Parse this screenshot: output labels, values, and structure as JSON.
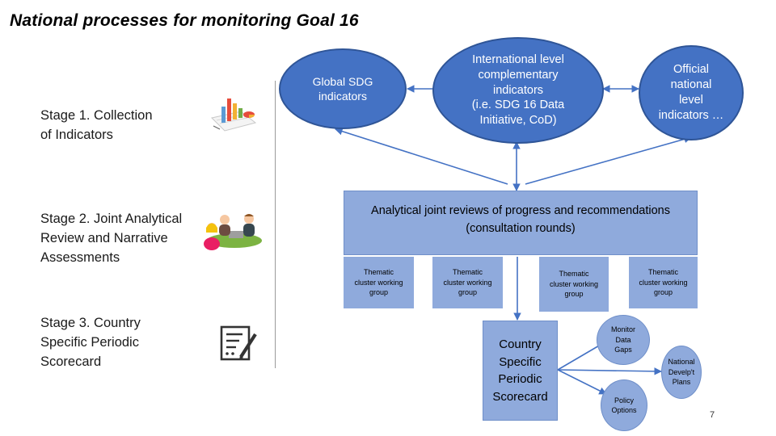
{
  "title": "National processes for monitoring Goal 16",
  "stages": [
    {
      "lines": [
        "Stage 1. Collection",
        "of Indicators"
      ]
    },
    {
      "lines": [
        "Stage 2. Joint Analytical",
        "Review and Narrative",
        "Assessments"
      ]
    },
    {
      "lines": [
        "Stage 3. Country",
        "Specific Periodic",
        "Scorecard"
      ]
    }
  ],
  "indicators": {
    "global": [
      "Global SDG",
      "indicators"
    ],
    "international": [
      "International level",
      "complementary",
      "indicators",
      "(i.e. SDG 16 Data",
      "Initiative, CoD)"
    ],
    "official": [
      "Official",
      "national",
      "level",
      "indicators …"
    ]
  },
  "review": {
    "lines": [
      "Analytical joint reviews of progress and recommendations",
      "(consultation rounds)"
    ],
    "clusters": [
      [
        "Thematic",
        "cluster working",
        "group"
      ],
      [
        "Thematic",
        "cluster working",
        "group"
      ],
      [
        "Thematic",
        "cluster working",
        "group"
      ],
      [
        "Thematic",
        "cluster working",
        "group"
      ]
    ]
  },
  "scorecard": {
    "lines": [
      "Country",
      "Specific",
      "Periodic",
      "Scorecard"
    ],
    "outputs": [
      [
        "Monitor",
        "Data",
        "Gaps"
      ],
      [
        "National",
        "Develp't",
        "Plans"
      ],
      [
        "Policy",
        "Options"
      ]
    ]
  },
  "page_number": "7",
  "colors": {
    "ellipse_fill": "#4472c4",
    "light_fill": "#8faadc",
    "arrow": "#4472c4"
  },
  "icons": {
    "stage1": "bar-chart-icon",
    "stage2": "meeting-people-icon",
    "stage3": "checklist-icon"
  }
}
